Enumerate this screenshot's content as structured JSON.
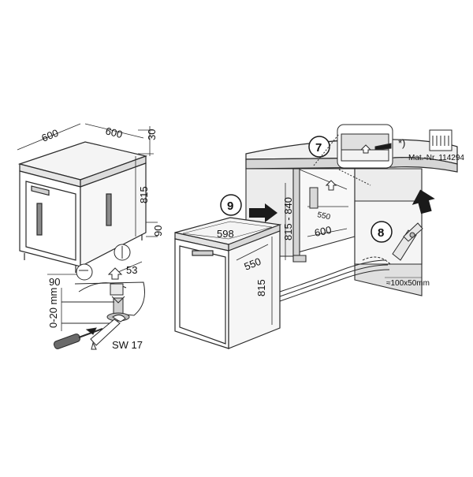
{
  "dims_left": {
    "width": "600",
    "depth": "600",
    "top_gap": "30",
    "height": "815",
    "toe_gap": "90",
    "foot_front": "90",
    "foot_side": "53",
    "leveling_range": "0-20 mm",
    "wrench": "SW 17"
  },
  "dims_right": {
    "width_598": "598",
    "depth_550": "550",
    "height_815": "815",
    "niche_height": "815 - 840",
    "niche_depth": "550",
    "niche_width": "600",
    "hole": "≈100x50mm",
    "mat_nr": "Mat.-Nr. 114294",
    "asterisk": "*)"
  },
  "steps": {
    "s9": "9",
    "s7": "7",
    "s8": "8"
  },
  "colors": {
    "line": "#2a2a2a",
    "fill_light": "#f2f2f2",
    "fill_mid": "#d9d9d9",
    "arrow": "#1a1a1a"
  }
}
